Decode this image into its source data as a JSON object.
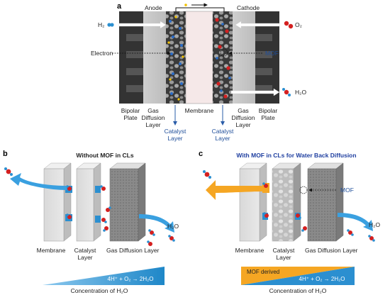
{
  "panel_a": {
    "letter": "a",
    "anode": "Anode",
    "cathode": "Cathode",
    "h2": "H₂",
    "o2": "O₂",
    "electron": "Electron",
    "mof": "MOF",
    "h2o": "H₂O",
    "bipolar_left": [
      "Bipolar",
      "Plate"
    ],
    "gdl_left": [
      "Gas",
      "Diffusion",
      "Layer"
    ],
    "membrane": "Membrane",
    "gdl_right": [
      "Gas",
      "Diffusion",
      "Layer"
    ],
    "bipolar_right": [
      "Bipolar",
      "Plate"
    ],
    "catalyst_left": [
      "Catalyst",
      "Layer"
    ],
    "catalyst_right": [
      "Catalyst",
      "Layer"
    ],
    "colors": {
      "blue_arrow": "#2a5ca8",
      "h2o_blue": "#2b8fd0",
      "o2_red": "#d42020"
    }
  },
  "panel_b": {
    "letter": "b",
    "title": "Without MOF in CLs",
    "membrane": "Membrane",
    "catalyst": [
      "Catalyst",
      "Layer"
    ],
    "gdl": "Gas Diffusion Layer",
    "h2o": "H₂O",
    "reaction": "4H⁺ + O₂ → 2H₂O",
    "concentration": "Concentration of H₂O",
    "colors": {
      "wedge": "#2b8fd0",
      "arrow": "#3aa0e0"
    }
  },
  "panel_c": {
    "letter": "c",
    "title": "With MOF in CLs for Water Back Diffusion",
    "membrane": "Membrane",
    "catalyst": [
      "Catalyst",
      "Layer"
    ],
    "gdl": "Gas Diffusion Layer",
    "mof": "MOF",
    "h2o": "H₂O",
    "mof_derived": "MOF derived",
    "reaction": "4H⁺ + O₂ → 2H₂O",
    "concentration": "Concentration of H₂O",
    "colors": {
      "title": "#1f3fa0",
      "orange": "#f5a623",
      "blue": "#2b8fd0"
    }
  }
}
